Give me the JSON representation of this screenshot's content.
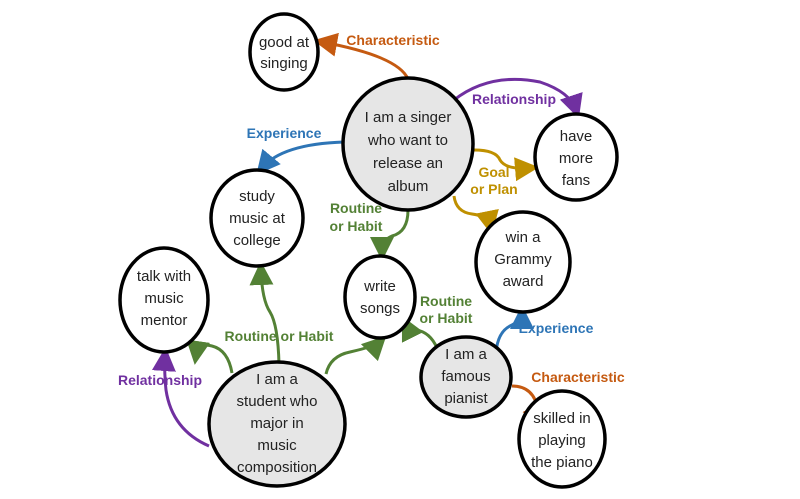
{
  "colors": {
    "characteristic": "#c55a11",
    "relationship": "#7030a0",
    "experience": "#2e75b6",
    "goal": "#bf9000",
    "routine": "#538135"
  },
  "nodes": {
    "good_at_singing": [
      "good at",
      "singing"
    ],
    "singer": [
      "I am a singer",
      "who want to",
      "release an",
      "album"
    ],
    "have_more_fans": [
      "have",
      "more",
      "fans"
    ],
    "study_music": [
      "study",
      "music at",
      "college"
    ],
    "win_grammy": [
      "win a",
      "Grammy",
      "award"
    ],
    "talk_mentor": [
      "talk with",
      "music",
      "mentor"
    ],
    "write_songs": [
      "write",
      "songs"
    ],
    "student": [
      "I am a",
      "student who",
      "major in",
      "music",
      "composition"
    ],
    "pianist": [
      "I am a",
      "famous",
      "pianist"
    ],
    "skilled_piano": [
      "skilled in",
      "playing",
      "the piano"
    ]
  },
  "edges": {
    "singer_characteristic": [
      "Characteristic"
    ],
    "singer_relationship": [
      "Relationship"
    ],
    "singer_experience": [
      "Experience"
    ],
    "singer_goal": [
      "Goal",
      "or Plan"
    ],
    "singer_routine": [
      "Routine",
      "or Habit"
    ],
    "student_routine": [
      "Routine or Habit"
    ],
    "student_relationship": [
      "Relationship"
    ],
    "pianist_routine": [
      "Routine",
      "or Habit"
    ],
    "pianist_experience": [
      "Experience"
    ],
    "pianist_characteristic": [
      "Characteristic"
    ]
  }
}
